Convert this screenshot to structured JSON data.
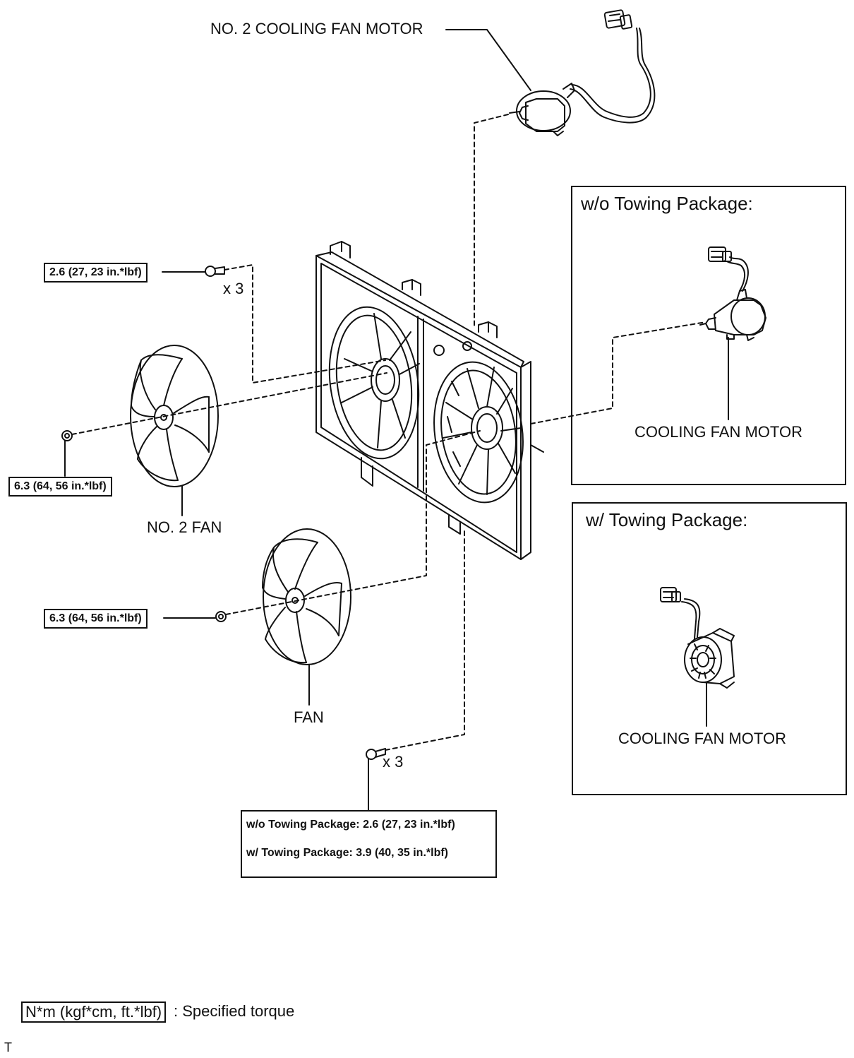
{
  "labels": {
    "no2_motor": "NO. 2 COOLING FAN MOTOR",
    "no2_fan": "NO. 2 FAN",
    "fan": "FAN",
    "qty_top": "x 3",
    "qty_bottom": "x 3"
  },
  "torques": {
    "upper_bolt": "2.6 (27, 23 in.*lbf)",
    "no2_fan_nut": "6.3 (64, 56 in.*lbf)",
    "fan_nut": "6.3 (64, 56 in.*lbf)",
    "lower_bolt_without": "w/o Towing Package: 2.6 (27, 23 in.*lbf)",
    "lower_bolt_with": "w/ Towing Package: 3.9 (40, 35 in.*lbf)"
  },
  "panels": {
    "without": {
      "title": "w/o Towing Package:",
      "part": "COOLING FAN MOTOR"
    },
    "with": {
      "title": "w/ Towing Package:",
      "part": "COOLING FAN MOTOR"
    }
  },
  "legend": {
    "unit": "N*m (kgf*cm, ft.*lbf)",
    "text": ": Specified torque"
  },
  "footer": {
    "mark": "T"
  }
}
